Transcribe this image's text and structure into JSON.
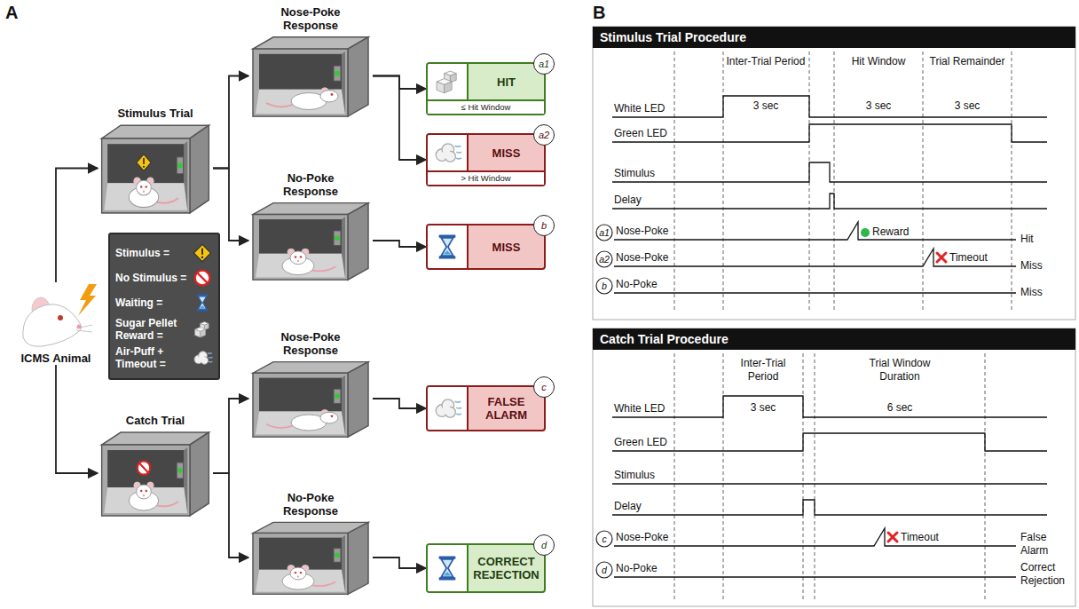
{
  "diagram": {
    "nodes": [
      {
        "text": [
          "ICMS Animal"
        ]
      },
      {
        "text": [
          "Stimulus Trial"
        ]
      },
      {
        "text": [
          "Nose-Poke Response"
        ]
      },
      {
        "text": [
          "No-Poke Response"
        ]
      },
      {
        "text": [
          "HIT",
          "≤ Hit Window"
        ]
      },
      {
        "text": [
          "a1"
        ],
        "in": 4
      },
      {
        "text": [
          "MISS",
          "> Hit Window"
        ]
      },
      {
        "text": [
          "a2"
        ],
        "in": 6
      },
      {
        "text": [
          "MISS"
        ]
      },
      {
        "text": [
          "b"
        ],
        "in": 8
      },
      {
        "text": [
          "Catch Trial"
        ]
      },
      {
        "text": [
          "Nose-Poke Response"
        ]
      },
      {
        "text": [
          "No-Poke Response"
        ]
      },
      {
        "text": [
          "FALSE ALARM"
        ]
      },
      {
        "text": [
          "c"
        ],
        "in": 13
      },
      {
        "text": [
          "CORRECT REJECTION"
        ]
      },
      {
        "text": [
          "d"
        ],
        "in": 15
      },
      {
        "text": [
          "Stimulus Trial Procedure"
        ]
      },
      {
        "text": [
          "Catch Trial Procedure"
        ]
      }
    ],
    "edges": [
      {
        "from": 0,
        "to": 1,
        "arrow": "to"
      },
      {
        "from": 0,
        "to": 10,
        "arrow": "to"
      },
      {
        "from": 1,
        "to": 2,
        "arrow": "to"
      },
      {
        "from": 1,
        "to": 3,
        "arrow": "to"
      },
      {
        "from": 2,
        "to": 4,
        "arrow": "to"
      },
      {
        "from": 2,
        "to": 6,
        "arrow": "to"
      },
      {
        "from": 3,
        "to": 8,
        "arrow": "to"
      },
      {
        "from": 10,
        "to": 11,
        "arrow": "to"
      },
      {
        "from": 10,
        "to": 12,
        "arrow": "to"
      },
      {
        "from": 11,
        "to": 13,
        "arrow": "to"
      },
      {
        "from": 12,
        "to": 15,
        "arrow": "to"
      }
    ],
    "labels": [
      "A",
      "B",
      "Inter-Trial Period",
      "Hit Window",
      "Trial Remainder",
      "3 sec",
      "3 sec",
      "3 sec",
      "White LED",
      "Green LED",
      "Stimulus",
      "Delay",
      "a1",
      "Nose-Poke",
      "Reward",
      "Hit",
      "a2",
      "Nose-Poke",
      "Timeout",
      "Miss",
      "b",
      "No-Poke",
      "Miss",
      "Inter-Trial Period",
      "Trial Window Duration",
      "3 sec",
      "6 sec",
      "White LED",
      "Green LED",
      "Stimulus",
      "Delay",
      "c",
      "Nose-Poke",
      "Timeout",
      "False Alarm",
      "d",
      "No-Poke",
      "Correct Rejection"
    ],
    "legend": [
      {
        "text": "Stimulus ="
      },
      {
        "text": "No Stimulus ="
      },
      {
        "text": "Waiting ="
      },
      {
        "text": "Sugar Pellet Reward ="
      },
      {
        "text": "Air-Puff + Timeout ="
      }
    ]
  }
}
